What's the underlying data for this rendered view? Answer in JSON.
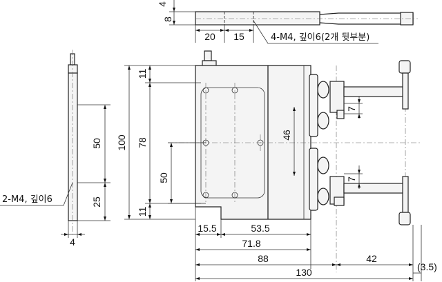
{
  "top_view": {
    "dim_height": "8",
    "dim_top": "4",
    "dim_a": "20",
    "dim_b": "15",
    "note": "4-M4, 깊이6(2개 뒷부분)"
  },
  "side_view": {
    "dim_50": "50",
    "dim_25": "25",
    "dim_width": "4",
    "note": "2-M4, 깊이6"
  },
  "front_view": {
    "dim_100": "100",
    "dim_78": "78",
    "dim_11_top": "11",
    "dim_11_bottom": "11",
    "dim_50": "50",
    "dim_46": "46",
    "dim_7_top": "7",
    "dim_7_bottom": "7",
    "dim_15_5": "15.5",
    "dim_53_5": "53.5",
    "dim_71_8": "71.8",
    "dim_88": "88",
    "dim_130": "130",
    "dim_42": "42",
    "dim_3_5": "(3.5)"
  }
}
